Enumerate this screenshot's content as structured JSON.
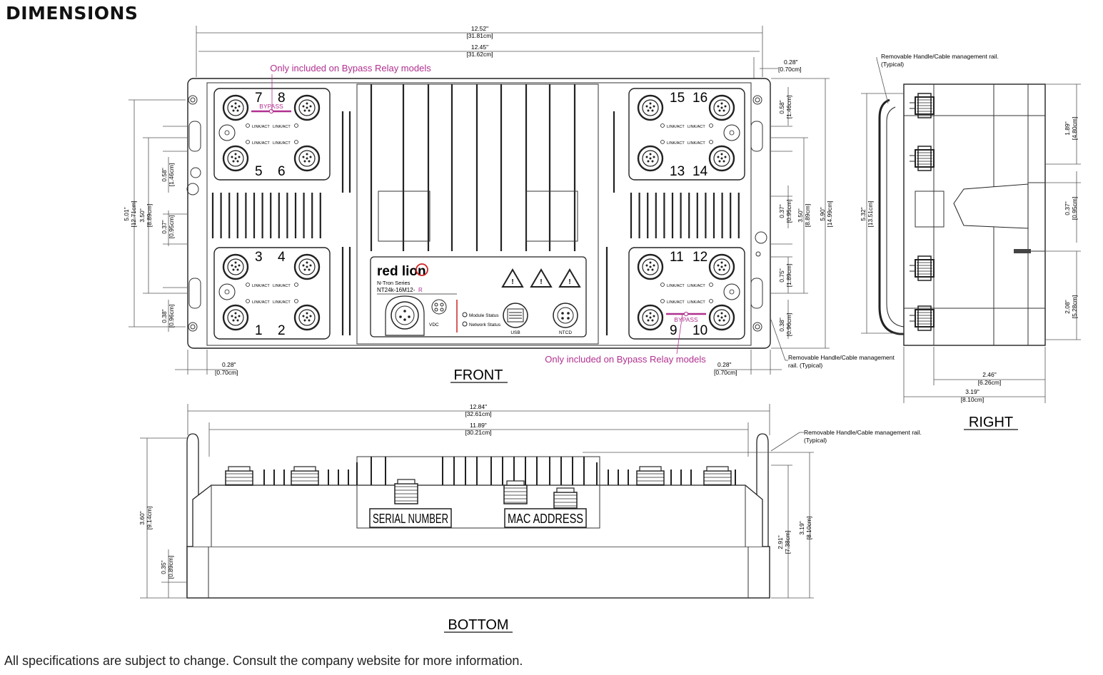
{
  "title": "DIMENSIONS",
  "footer": "All specifications are subject to change. Consult the company website for more information.",
  "views": {
    "front": "FRONT",
    "right": "RIGHT",
    "bottom": "BOTTOM"
  },
  "notes": {
    "bypass_top": "Only included on Bypass Relay models",
    "bypass_bottom": "Only included on Bypass Relay models",
    "handle": "Removable Handle/Cable management",
    "handle_rail_typ": "rail. (Typical)",
    "handle_rail": "Removable Handle/Cable management rail.",
    "typical": "(Typical)"
  },
  "device": {
    "brand": "red lion",
    "series": "N-Tron Series",
    "model": "NT24k-16M12-",
    "model_suffix": "R",
    "vdc": "VDC",
    "module_status": "Module Status",
    "network_status": "Network Status",
    "usb": "USB",
    "ntcd": "NTCD",
    "bypass": "BYPASS",
    "linkact": "LINK/ACT",
    "serial_number": "SERIAL NUMBER",
    "mac_address": "MAC ADDRESS"
  },
  "ports": {
    "tl_top": [
      "7",
      "8"
    ],
    "tl_bot": [
      "5",
      "6"
    ],
    "bl_top": [
      "3",
      "4"
    ],
    "bl_bot": [
      "1",
      "2"
    ],
    "tr_top": [
      "15",
      "16"
    ],
    "tr_bot": [
      "13",
      "14"
    ],
    "br_top": [
      "11",
      "12"
    ],
    "br_bot": [
      "9",
      "10"
    ]
  },
  "front_dims": {
    "w_overall": [
      "12.52\"",
      "[31.81cm]"
    ],
    "w_mount": [
      "12.45\"",
      "[31.62cm]"
    ],
    "r_edge": [
      "0.28\"",
      "[0.70cm]"
    ],
    "l_bottom": [
      "0.28\"",
      "[0.70cm]"
    ],
    "r_bottom": [
      "0.28\"",
      "[0.70cm]"
    ],
    "l_058": [
      "0.58\"",
      "[1.46cm]"
    ],
    "l_501": [
      "5.01\"",
      "[12.71cm]"
    ],
    "l_350": [
      "3.50\"",
      "[8.89cm]"
    ],
    "l_037": [
      "0.37\"",
      "[0.95cm]"
    ],
    "l_038": [
      "0.38\"",
      "[0.96cm]"
    ],
    "r_058": [
      "0.58\"",
      "[1.46cm]"
    ],
    "r_037": [
      "0.37\"",
      "[0.95cm]"
    ],
    "r_350": [
      "3.50\"",
      "[8.89cm]"
    ],
    "r_590": [
      "5.90\"",
      "[14.99cm]"
    ],
    "r_075": [
      "0.75\"",
      "[1.89cm]"
    ],
    "r_038": [
      "0.38\"",
      "[0.96cm]"
    ]
  },
  "right_dims": {
    "h_532": [
      "5.32\"",
      "[13.51cm]"
    ],
    "r_189": [
      "1.89\"",
      "[4.80cm]"
    ],
    "r_037": [
      "0.37\"",
      "[0.95cm]"
    ],
    "r_208": [
      "2.08\"",
      "[5.28cm]"
    ],
    "d_246": [
      "2.46\"",
      "[6.26cm]"
    ],
    "d_319": [
      "3.19\"",
      "[8.10cm]"
    ]
  },
  "bottom_dims": {
    "w_1284": [
      "12.84\"",
      "[32.61cm]"
    ],
    "w_1189": [
      "11.89\"",
      "[30.21cm]"
    ],
    "h_360": [
      "3.60\"",
      "[9.14cm]"
    ],
    "h_035": [
      "0.35\"",
      "[0.89cm]"
    ],
    "h_291": [
      "2.91\"",
      "[7.38cm]"
    ],
    "h_319": [
      "3.19\"",
      "[8.10cm]"
    ]
  },
  "colors": {
    "accent": "#b0308f",
    "red": "#cc2222",
    "line": "#222222"
  }
}
